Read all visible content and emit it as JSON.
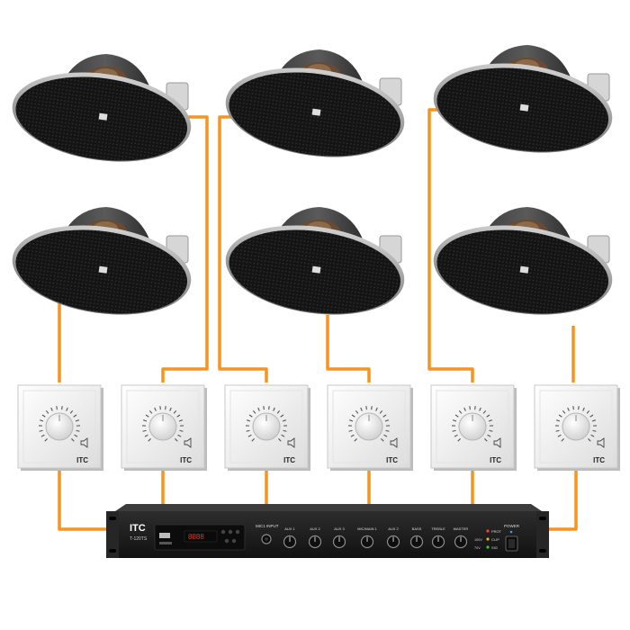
{
  "colors": {
    "wire": "#f7941d",
    "speaker_grille": "#111111",
    "speaker_rim": "#9a9a9a",
    "panel_face": "#f2f2f2",
    "amp_body": "#1b1b1b"
  },
  "speakers": [
    {
      "icon": "ceiling-speaker-icon"
    },
    {
      "icon": "ceiling-speaker-icon"
    },
    {
      "icon": "ceiling-speaker-icon"
    },
    {
      "icon": "ceiling-speaker-icon"
    },
    {
      "icon": "ceiling-speaker-icon"
    },
    {
      "icon": "ceiling-speaker-icon"
    }
  ],
  "volume_controllers": [
    {
      "brand": "ITC"
    },
    {
      "brand": "ITC"
    },
    {
      "brand": "ITC"
    },
    {
      "brand": "ITC"
    },
    {
      "brand": "ITC"
    },
    {
      "brand": "ITC"
    }
  ],
  "amplifier": {
    "brand": "ITC",
    "model": "T-120TS",
    "input_label": "MIC1 INPUT",
    "knob_labels": [
      "AUX 1",
      "AUX 2",
      "AUX 3",
      "MIC/MAIN 1",
      "AUX 2",
      "BASS",
      "TREBLE",
      "MASTER"
    ],
    "indicator_labels": [
      "PROT",
      "CLIP",
      "SIG"
    ],
    "indicator_label_prefixes": [
      "",
      "100V",
      "70V"
    ],
    "power_label": "POWER"
  }
}
